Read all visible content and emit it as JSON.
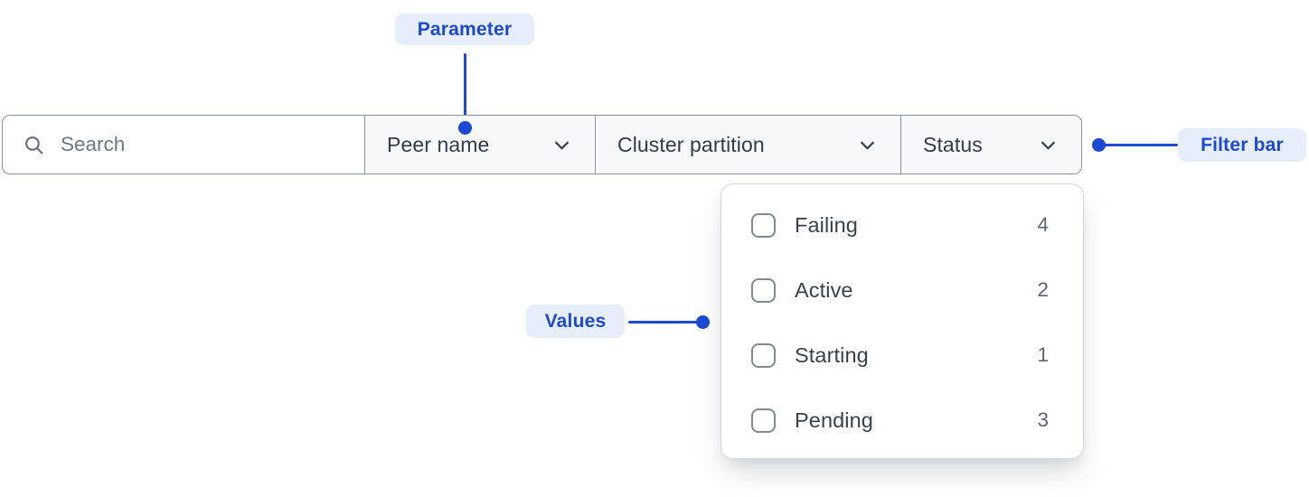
{
  "annotations": {
    "parameter": {
      "label": "Parameter"
    },
    "filter_bar": {
      "label": "Filter bar"
    },
    "values": {
      "label": "Values"
    }
  },
  "filter_bar": {
    "search": {
      "placeholder": "Search",
      "value": "",
      "icon": "search-icon"
    },
    "dropdowns": [
      {
        "label": "Peer name",
        "icon": "chevron-down-icon"
      },
      {
        "label": "Cluster partition",
        "icon": "chevron-down-icon"
      },
      {
        "label": "Status",
        "icon": "chevron-down-icon"
      }
    ]
  },
  "status_menu": {
    "items": [
      {
        "label": "Failing",
        "count": "4",
        "checked": false
      },
      {
        "label": "Active",
        "count": "2",
        "checked": false
      },
      {
        "label": "Starting",
        "count": "1",
        "checked": false
      },
      {
        "label": "Pending",
        "count": "3",
        "checked": false
      }
    ]
  },
  "colors": {
    "annotation_blue": "#1c49d4",
    "annotation_badge_bg": "#e7eefb",
    "bar_border": "#8c929d",
    "dropdown_section_bg": "#f7f8f9",
    "menu_border": "#d5d8de",
    "text_dark": "#333b47",
    "text_muted": "#5d6573",
    "placeholder": "#6e7684"
  }
}
